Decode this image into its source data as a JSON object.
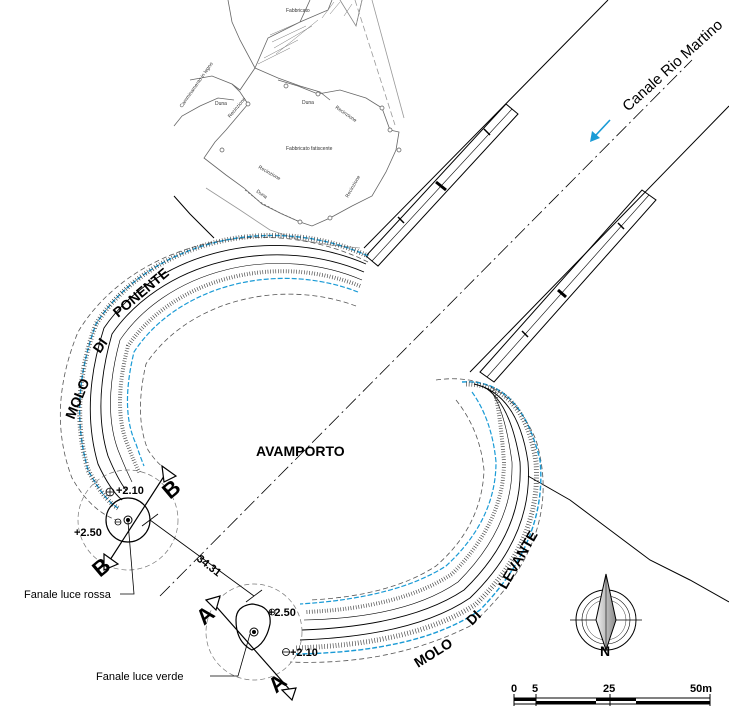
{
  "labels": {
    "canal": "Canale Rio Martino",
    "harbor": "AVAMPORTO",
    "molo_ponente": [
      "MOLO",
      "DI",
      "PONENTE"
    ],
    "molo_levante": [
      "MOLO",
      "DI",
      "LEVANTE"
    ],
    "dimension": "34.31",
    "red_light": "Fanale luce rossa",
    "green_light": "Fanale luce verde"
  },
  "elevations": {
    "west_upper": "+2.10",
    "west_lower": "+2.50",
    "east_upper": "+2.50",
    "east_lower": "+2.10"
  },
  "sections": {
    "a": "A",
    "b": "B"
  },
  "building_labels": {
    "fabbricato_top": "Fabbricato",
    "duna1": "Duna",
    "duna2": "Duna",
    "duna3": "Duna",
    "camminamento": "Camminamento in legno",
    "recinzione1": "Recinzione",
    "recinzione2": "Recinzione",
    "recinzione3": "Recinzione",
    "recinzione4": "Recinzione",
    "fatiscente": "Fabbricato fatiscente"
  },
  "scale_bar": {
    "ticks": [
      "0",
      "5",
      "25",
      "50m"
    ]
  },
  "compass": {
    "north": "N"
  },
  "colors": {
    "water_edge": "#1a9bd6",
    "arrow": "#1a9bd6",
    "line": "#000000"
  }
}
